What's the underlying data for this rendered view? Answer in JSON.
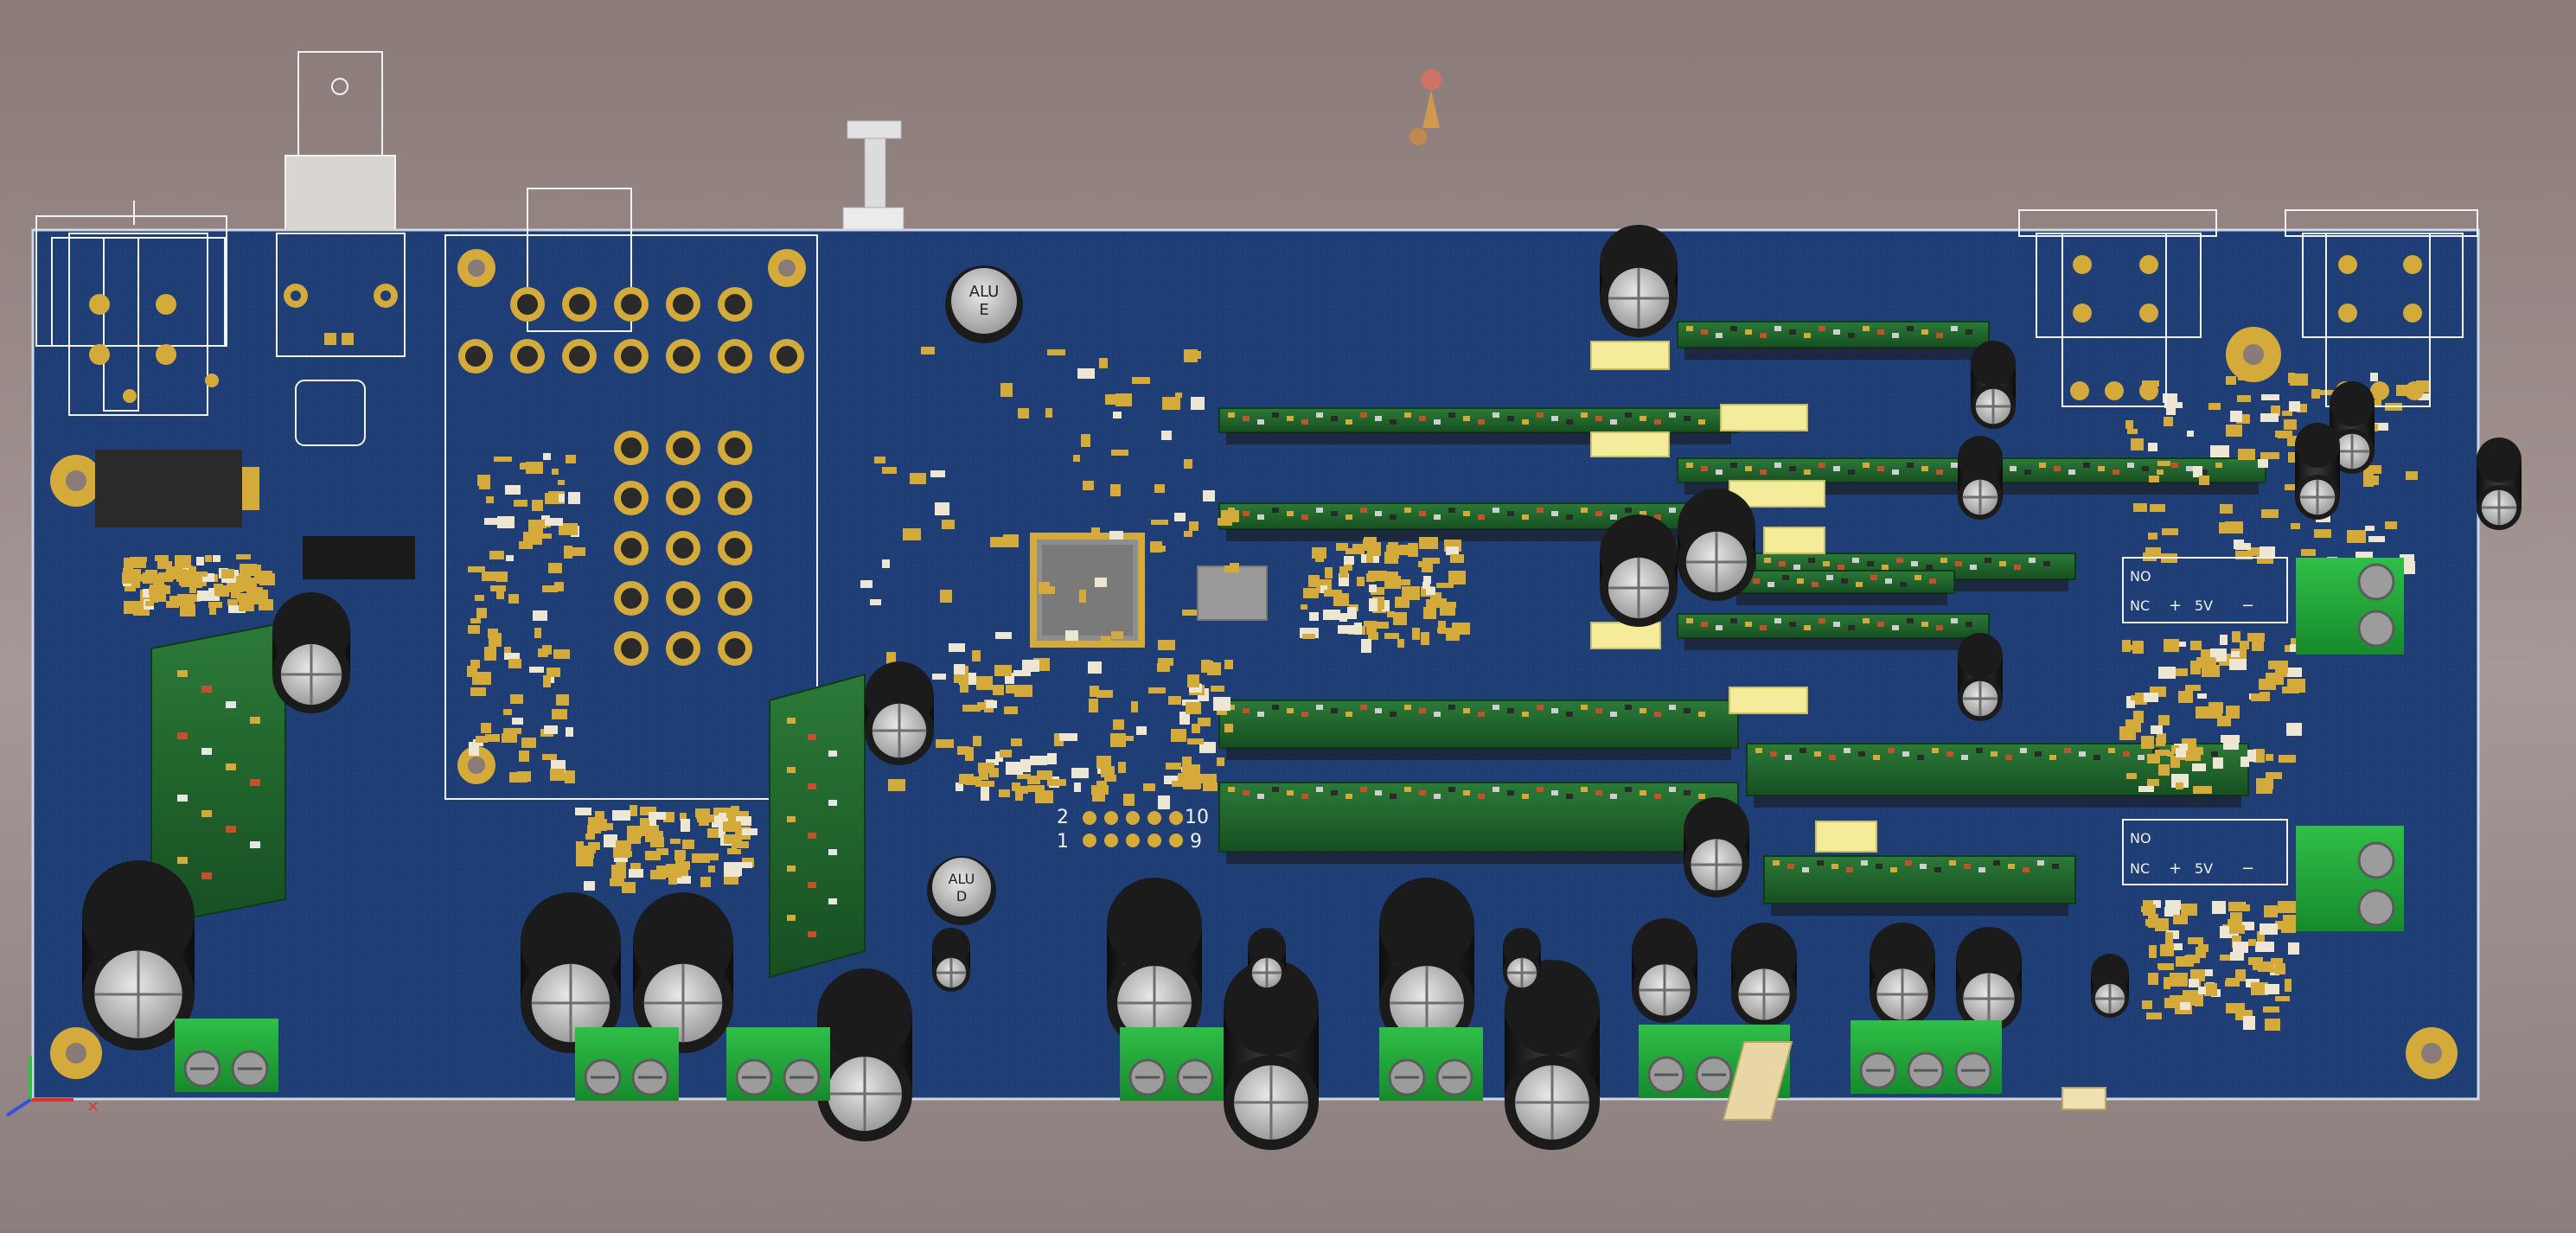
{
  "colors": {
    "background_top": "#8a7a78",
    "background_bottom": "#8b7e7c",
    "board": "#1f3e76",
    "board_edge": "#cfd6e4",
    "pad_gold": "#d4aa3a",
    "daughterboard_green": "#1e6a2c",
    "capacitor_black": "#1b1b1b",
    "capacitor_top": "#c9c9c9",
    "terminal_green": "#22a23a",
    "silkscreen": "#f2f2f2",
    "yellow_module": "#f4ec9a"
  },
  "labels": {
    "cap_alue": "ALU\nE",
    "cap_alue_line1": "ALU",
    "cap_alue_line2": "E",
    "cap_alud_line1": "ALU",
    "cap_alud_line2": "D",
    "header_2": "2",
    "header_10": "10",
    "header_1": "1",
    "header_9": "9",
    "relay1_no": "NO",
    "relay1_nc": "NC",
    "relay1_5v": "5V",
    "relay1_plus": "+",
    "relay1_minus": "−",
    "relay2_no": "NO",
    "relay2_nc": "NC",
    "relay2_5v": "5V",
    "relay2_plus": "+",
    "relay2_minus": "−"
  },
  "icons": {
    "axis_triad": "xyz-axis-icon",
    "origin_marker": "origin-marker-icon"
  }
}
